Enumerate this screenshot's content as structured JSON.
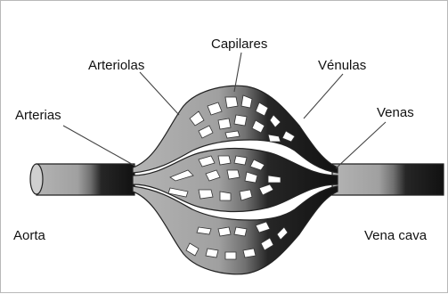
{
  "labels": {
    "capilares": "Capilares",
    "arteriolas": "Arteriolas",
    "venulas": "Vénulas",
    "arterias": "Arterias",
    "venas": "Venas",
    "aorta": "Aorta",
    "vena_cava": "Vena cava"
  },
  "colors": {
    "arterial_gray": "#a9a9a9",
    "venous_black": "#111111",
    "outline": "#222222",
    "leader": "#444444"
  }
}
